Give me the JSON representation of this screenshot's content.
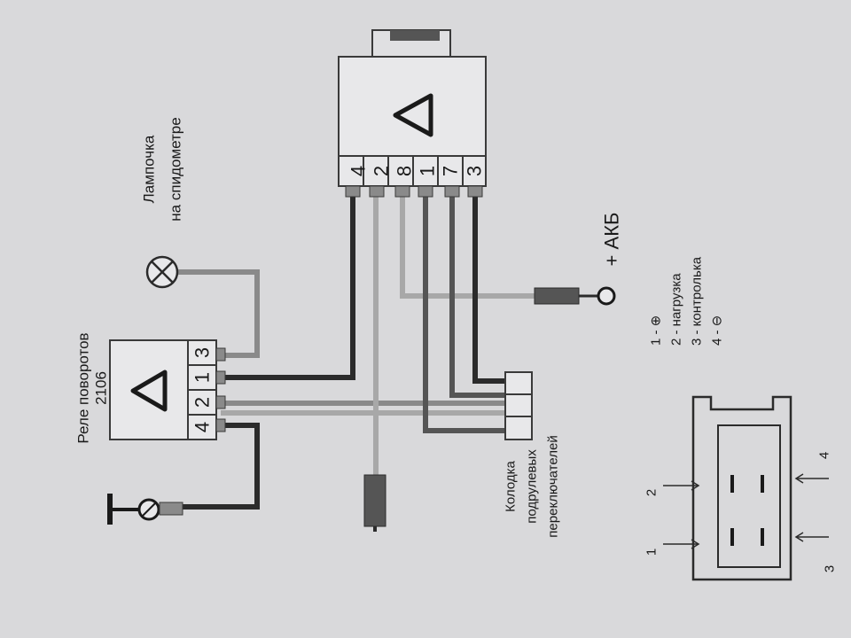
{
  "relay": {
    "label_line1": "Реле поворотов",
    "label_line2": "2106",
    "pins": [
      "4",
      "2",
      "1",
      "3"
    ]
  },
  "switch": {
    "pins": [
      "4",
      "2",
      "8",
      "1",
      "7",
      "3"
    ]
  },
  "lamp": {
    "label_line1": "Лампочка",
    "label_line2": "на спидометре"
  },
  "battery": {
    "label": "+ АКБ"
  },
  "connector": {
    "label_line1": "Колодка",
    "label_line2": "подрулевых",
    "label_line3": "переключателей"
  },
  "legend": {
    "item1": "1 - ⊕",
    "item2": "2 - нагрузка",
    "item3": "3 - контролька",
    "item4": "4 - ⊖"
  },
  "pinout": {
    "label1": "1",
    "label2": "2",
    "label3": "3",
    "label4": "4"
  },
  "colors": {
    "paper": "#d9d9db",
    "wire_black": "#2b2b2b",
    "wire_dark": "#555555",
    "wire_gray": "#8a8a8a",
    "wire_light": "#a8a8a8",
    "box_fill": "#e8e8ea",
    "box_stroke": "#3a3a3a"
  }
}
